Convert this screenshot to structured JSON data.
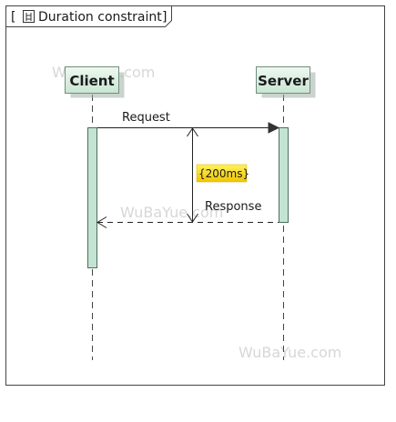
{
  "frame": {
    "open_bracket": "[",
    "title": "Duration constraint",
    "close_bracket": "]",
    "icon": "sequence-diagram-icon"
  },
  "lifelines": [
    {
      "id": "client",
      "label": "Client"
    },
    {
      "id": "server",
      "label": "Server"
    }
  ],
  "messages": [
    {
      "id": "request",
      "label": "Request",
      "from": "Client",
      "to": "Server",
      "kind": "synchronous"
    },
    {
      "id": "response",
      "label": "Response",
      "from": "Server",
      "to": "Client",
      "kind": "reply"
    }
  ],
  "duration_constraint": {
    "label": "{200ms}",
    "highlight": "#f5d000"
  },
  "watermarks": [
    "WuBaYue.com",
    "WuBaYue.com",
    "WuBaYue.com"
  ],
  "colors": {
    "frame_border": "#444444",
    "lifeline_head_fill": "#d3eadb",
    "activation_fill": "#c4e4d3",
    "line": "#222222"
  }
}
